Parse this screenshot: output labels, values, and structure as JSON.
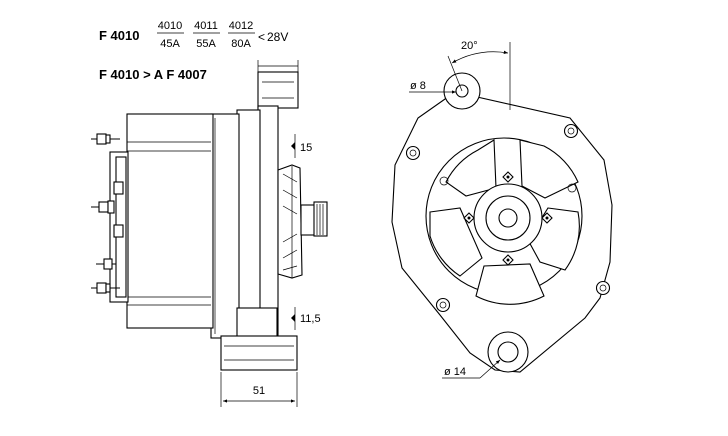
{
  "header": {
    "model": "F 4010",
    "variants": [
      {
        "part": "4010",
        "current": "45A"
      },
      {
        "part": "4011",
        "current": "55A"
      },
      {
        "part": "4012",
        "current": "80A"
      }
    ],
    "voltage_symbol": "<",
    "voltage": "28V",
    "replacement": "F 4010 > A F 4007"
  },
  "side_view": {
    "dim_top_gap": "15",
    "dim_bottom_gap": "11,5",
    "dim_foot_width": "51"
  },
  "front_view": {
    "angle": "20°",
    "hole_top": "ø 8",
    "hole_bottom": "ø 14"
  }
}
